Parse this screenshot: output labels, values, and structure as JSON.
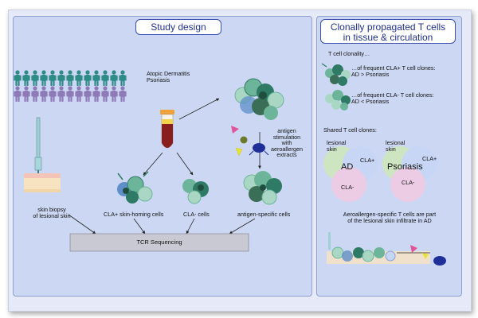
{
  "left_panel": {
    "title": "Study design",
    "cohort": [
      "Atopic Dermatitis",
      "Psoriasis"
    ],
    "biopsy_label": [
      "skin biopsy",
      "of lesional skin"
    ],
    "cla_pos_label": "CLA+ skin-homing cells",
    "cla_neg_label": "CLA- cells",
    "antigen_specific_label": "antigen-specific cells",
    "stimulation_label": [
      "antigen",
      "stimulation",
      "with",
      "aeroallergen",
      "extracts"
    ],
    "tcr_label": "TCR Sequencing"
  },
  "right_panel": {
    "title": [
      "Clonally propagated T cells",
      "in tissue & circulation"
    ],
    "clonality_heading": "T cell clonality…",
    "clonality_pos": [
      "…of frequent CLA+ T cell clones:",
      "AD > Psoriasis"
    ],
    "clonality_neg": [
      "…of frequent CLA- T cell clones:",
      "AD < Psoriasis"
    ],
    "shared_heading": "Shared T cell clones:",
    "venn_ad": {
      "region": [
        "lesional",
        "skin"
      ],
      "center": "AD",
      "pos": "CLA+",
      "neg": "CLA-"
    },
    "venn_pso": {
      "region": [
        "lesional",
        "skin"
      ],
      "center": "Psoriasis",
      "pos": "CLA+",
      "neg": "CLA-"
    },
    "aeroallergen_text": [
      "Aeroallergen-specific T cells are part",
      "of the lesional skin infiltrate in AD"
    ]
  },
  "colors": {
    "frame": "#e6eaf8",
    "panel": "#ccd8f3",
    "title_border": "#3b4fb0",
    "title_text": "#1f2f8a",
    "ad_person": "#2f8b86",
    "psoriasis_person": "#8f7ab8",
    "cell_dark": "#2e7a64",
    "cell_mid": "#6cb59b",
    "cell_light": "#a9d7c4",
    "cell_blue": "#5f8fc9",
    "tcr_bar": "#c9c9d3",
    "venn_green": "#cfe8b9",
    "venn_blue": "#c5d6f5",
    "venn_pink": "#f2c9e3"
  }
}
